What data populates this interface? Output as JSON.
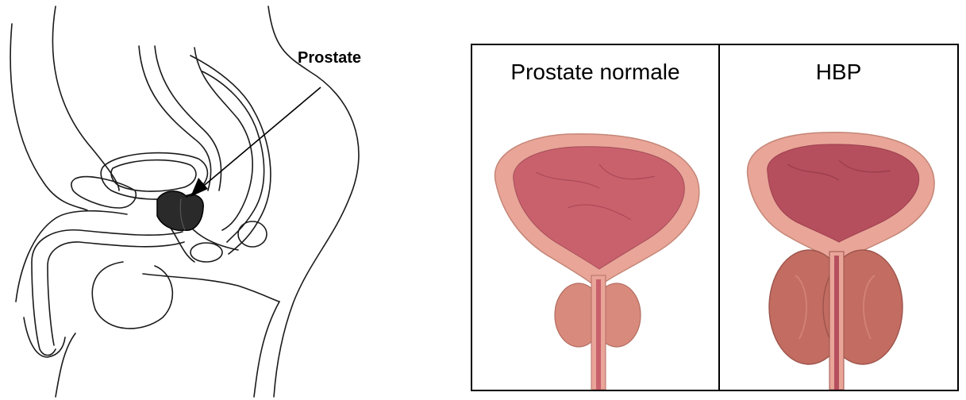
{
  "anatomy": {
    "callout_label": "Prostate"
  },
  "comparison": {
    "left_title": "Prostate normale",
    "right_title": "HBP"
  },
  "colors": {
    "line": "#1a1a1a",
    "tissue_outer": "#e8a598",
    "tissue_inner": "#c9616d",
    "prostate_normal": "#d88a7c",
    "prostate_enlarged": "#c26c62"
  }
}
